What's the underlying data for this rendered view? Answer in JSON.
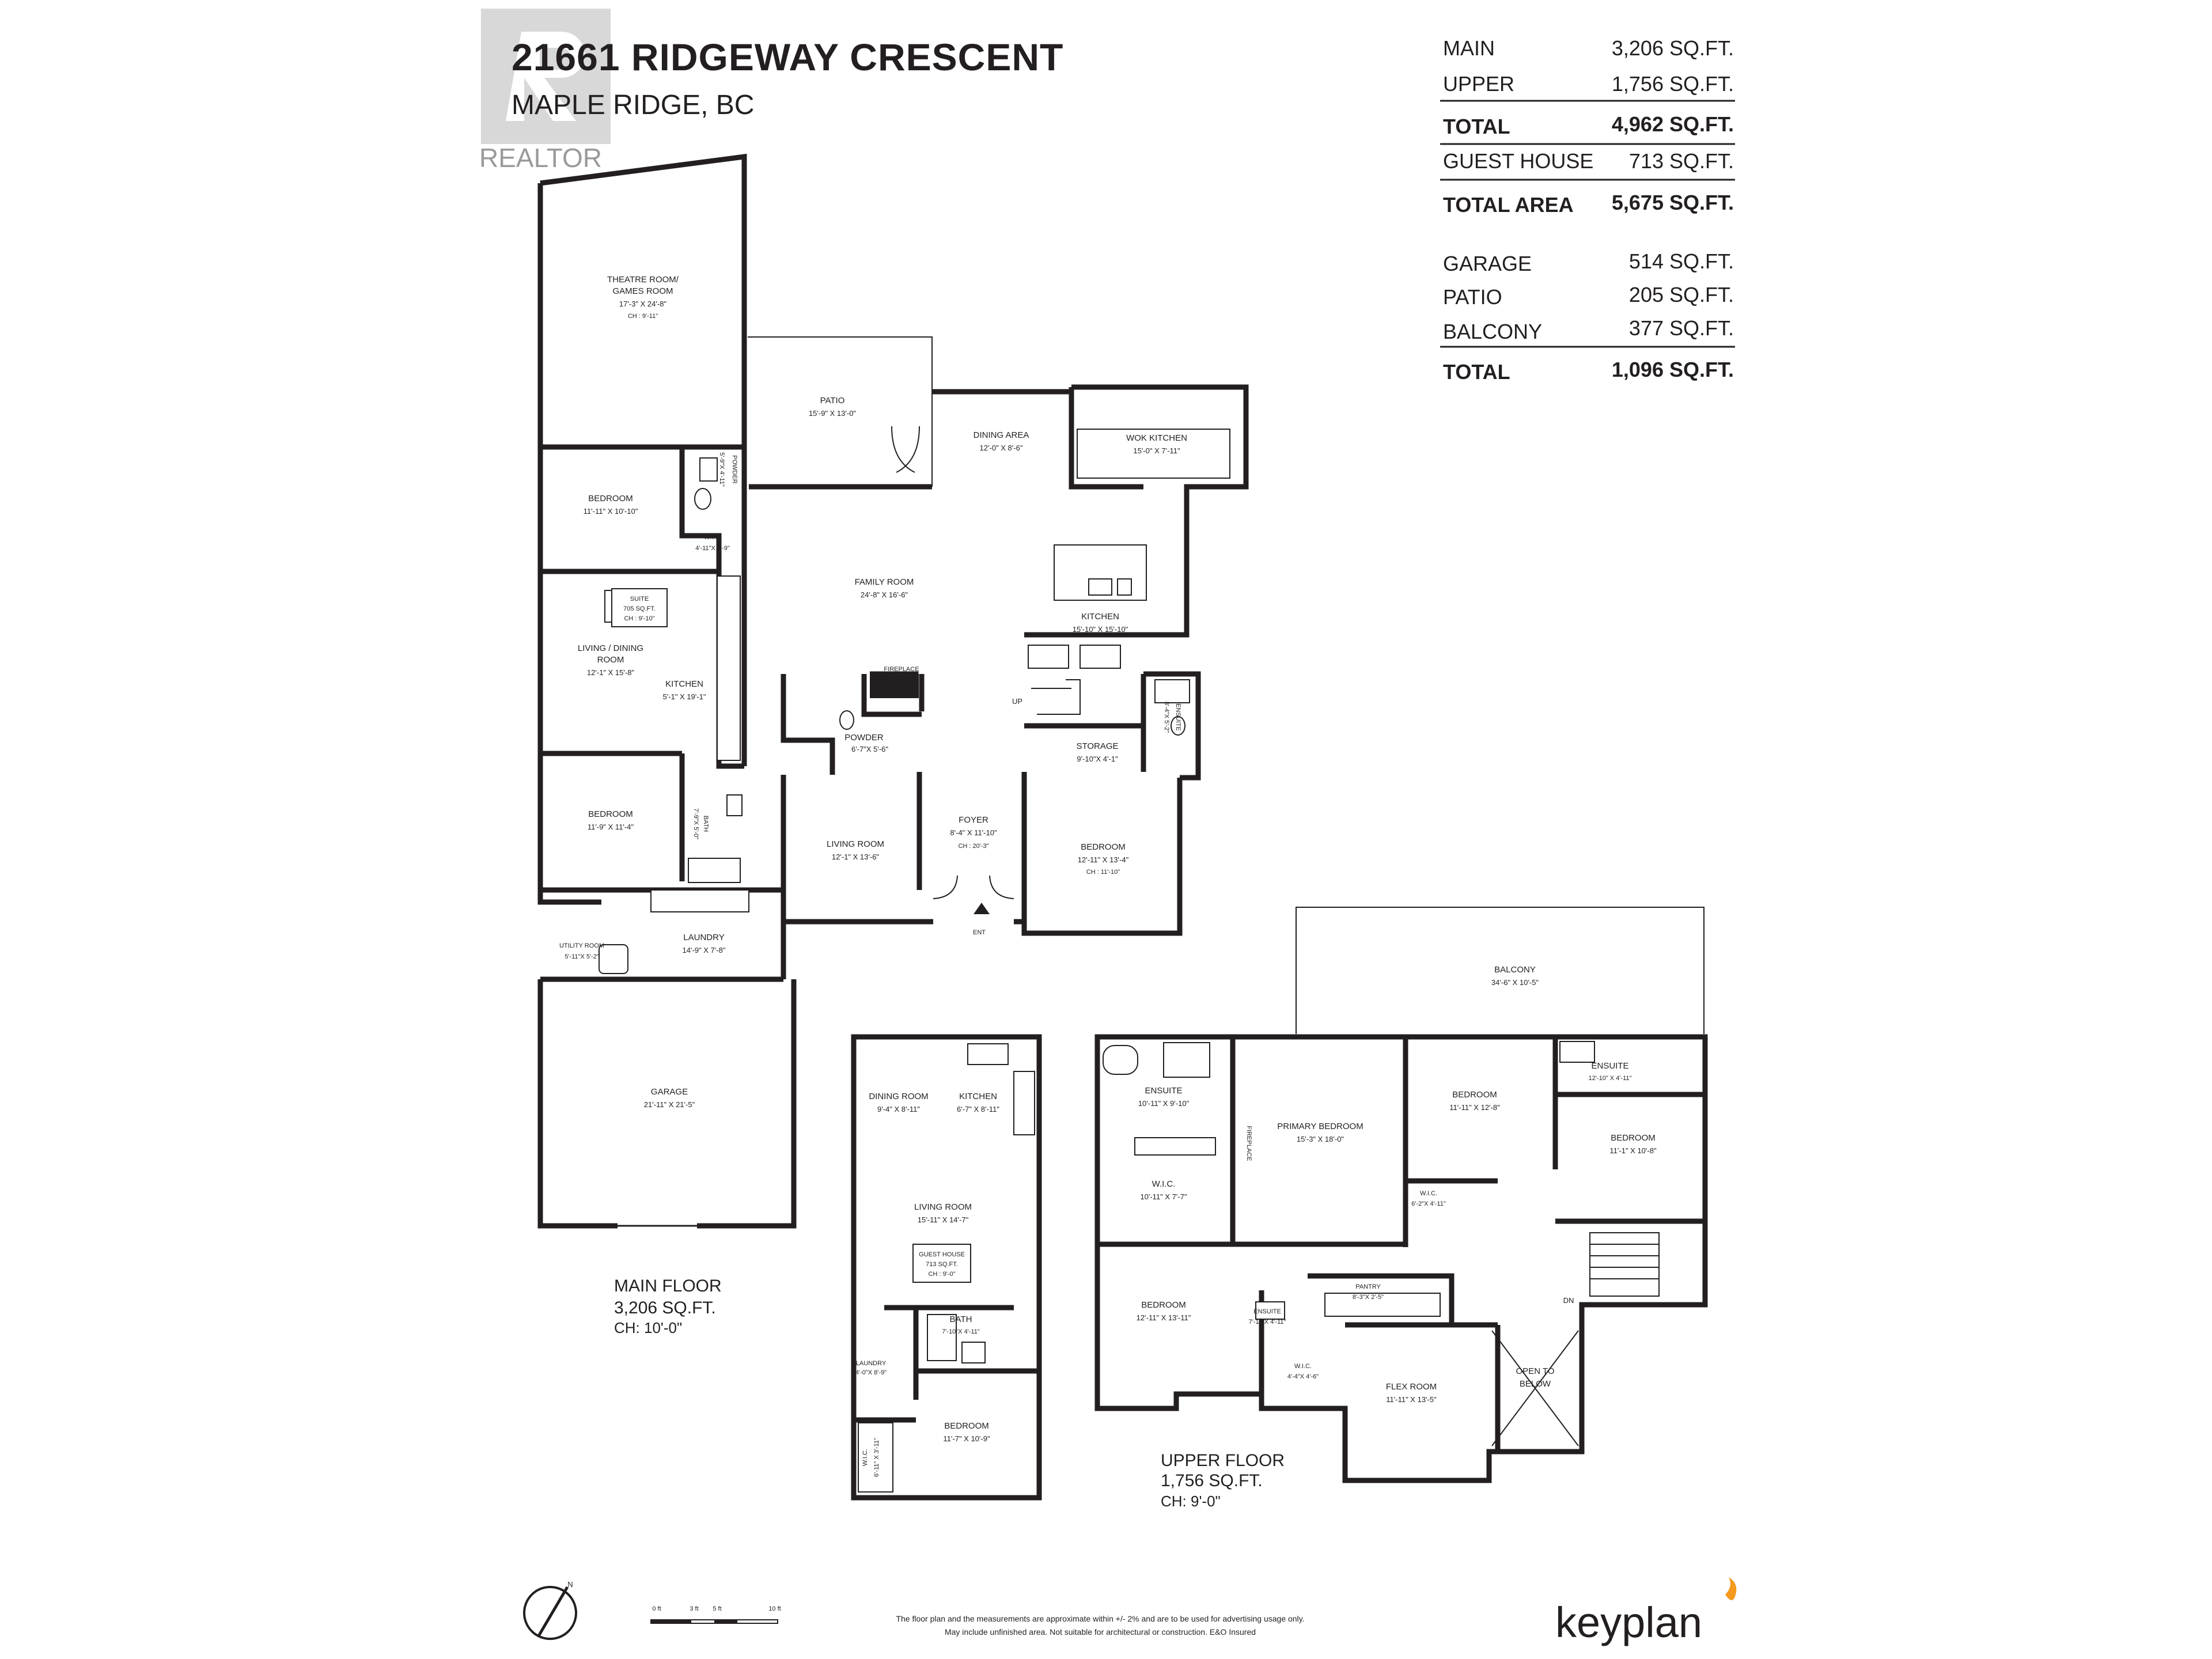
{
  "header": {
    "address": "21661 RIDGEWAY CRESCENT",
    "city": "MAPLE RIDGE, BC",
    "watermark": "REALTOR"
  },
  "areas": {
    "main_label": "MAIN",
    "main_value": "3,206 SQ.FT.",
    "upper_label": "UPPER",
    "upper_value": "1,756 SQ.FT.",
    "total_label": "TOTAL",
    "total_value": "4,962 SQ.FT.",
    "guest_label": "GUEST HOUSE",
    "guest_value": "713 SQ.FT.",
    "total_area_label": "TOTAL AREA",
    "total_area_value": "5,675 SQ.FT.",
    "garage_label": "GARAGE",
    "garage_value": "514 SQ.FT.",
    "patio_label": "PATIO",
    "patio_value": "205 SQ.FT.",
    "balcony_label": "BALCONY",
    "balcony_value": "377 SQ.FT.",
    "total2_label": "TOTAL",
    "total2_value": "1,096 SQ.FT."
  },
  "main_floor": {
    "title": "MAIN FLOOR",
    "area": "3,206 SQ.FT.",
    "ceiling": "CH: 10'-0\"",
    "theatre_name1": "THEATRE ROOM/",
    "theatre_name2": "GAMES ROOM",
    "theatre_dim": "17'-3\" X 24'-8\"",
    "theatre_ch": "CH : 9'-11\"",
    "patio_name": "PATIO",
    "patio_dim": "15'-9\" X 13'-0\"",
    "dining_name": "DINING AREA",
    "dining_dim": "12'-0\" X 8'-6\"",
    "wok_name": "WOK KITCHEN",
    "wok_dim": "15'-0\" X 7'-11\"",
    "powder_top_name": "POWDER",
    "powder_top_dim": "5'-9\"X 4'-11\"",
    "bedroom1_name": "BEDROOM",
    "bedroom1_dim": "11'-11\" X 10'-10\"",
    "wic1_name": "W.I.C.",
    "wic1_dim": "4'-11\"X 4'-9\"",
    "family_name": "FAMILY ROOM",
    "family_dim": "24'-8\" X 16'-6\"",
    "kitchen_name": "KITCHEN",
    "kitchen_dim": "15'-10\" X 15'-10\"",
    "suite_name": "SUITE",
    "suite_area": "705 SQ.FT.",
    "suite_ch": "CH : 9'-10\"",
    "living_dining_name1": "LIVING / DINING",
    "living_dining_name2": "ROOM",
    "living_dining_dim": "12'-1\" X 15'-8\"",
    "suite_kitchen_name": "KITCHEN",
    "suite_kitchen_dim": "5'-1\" X 19'-1\"",
    "fireplace": "FIREPLACE",
    "up": "UP",
    "powder_name": "POWDER",
    "powder_dim": "6'-7\"X 5'-6\"",
    "storage_name": "STORAGE",
    "storage_dim": "9'-10\"X 4'-1\"",
    "ensuite1_name": "ENSUITE",
    "ensuite1_dim": "8'-4\"X 5'-2\"",
    "bedroom2_name": "BEDROOM",
    "bedroom2_dim": "11'-9\" X 11'-4\"",
    "bath1_name": "BATH",
    "bath1_dim": "7'-9\"X 5'-0\"",
    "living_name": "LIVING ROOM",
    "living_dim": "12'-1\" X 13'-6\"",
    "foyer_name": "FOYER",
    "foyer_dim": "8'-4\" X 11'-10\"",
    "foyer_ch": "CH : 20'-3\"",
    "bedroom3_name": "BEDROOM",
    "bedroom3_dim": "12'-11\" X 13'-4\"",
    "bedroom3_ch": "CH : 11'-10\"",
    "ent": "ENT",
    "laundry_name": "LAUNDRY",
    "laundry_dim": "14'-9\" X 7'-8\"",
    "utility_name": "UTILITY ROOM",
    "utility_dim": "5'-11\"X 5'-2\"",
    "garage_name": "GARAGE",
    "garage_dim": "21'-11\" X 21'-5\""
  },
  "guest_house": {
    "dining_name": "DINING ROOM",
    "dining_dim": "9'-4\" X 8'-11\"",
    "kitchen_name": "KITCHEN",
    "kitchen_dim": "6'-7\" X 8'-11\"",
    "living_name": "LIVING ROOM",
    "living_dim": "15'-11\" X 14'-7\"",
    "tag_name": "GUEST HOUSE",
    "tag_area": "713 SQ.FT.",
    "tag_ch": "CH : 9'-0\"",
    "bath_name": "BATH",
    "bath_dim": "7'-10\"X 4'-11\"",
    "laundry_name": "LAUNDRY",
    "laundry_dim": "4'-0\"X 8'-9\"",
    "bedroom_name": "BEDROOM",
    "bedroom_dim": "11'-7\" X 10'-9\"",
    "wic_name": "W.I.C.",
    "wic_dim": "6'-11\" X 3'-11\""
  },
  "upper_floor": {
    "title": "UPPER FLOOR",
    "area": "1,756 SQ.FT.",
    "ceiling": "CH: 9'-0\"",
    "balcony_name": "BALCONY",
    "balcony_dim": "34'-6\" X 10'-5\"",
    "ensuite1_name": "ENSUITE",
    "ensuite1_dim": "10'-11\" X 9'-10\"",
    "primary_name": "PRIMARY BEDROOM",
    "primary_dim": "15'-3\" X 18'-0\"",
    "fireplace": "FIREPLACE",
    "bedroom1_name": "BEDROOM",
    "bedroom1_dim": "11'-11\" X 12'-8\"",
    "ensuite2_name": "ENSUITE",
    "ensuite2_dim": "12'-10\" X 4'-11\"",
    "bedroom2_name": "BEDROOM",
    "bedroom2_dim": "11'-1\" X 10'-8\"",
    "wic1_name": "W.I.C.",
    "wic1_dim": "10'-11\" X 7'-7\"",
    "wic2_name": "W.I.C.",
    "wic2_dim": "6'-2\"X 4'-11\"",
    "bedroom3_name": "BEDROOM",
    "bedroom3_dim": "12'-11\" X 13'-11\"",
    "ensuite3_name": "ENSUITE",
    "ensuite3_dim": "7'-11\"X 4'-11\"",
    "pantry_name": "PANTRY",
    "pantry_dim": "8'-3\"X 2'-5\"",
    "wic3_name": "W.I.C.",
    "wic3_dim": "4'-4\"X 4'-6\"",
    "flex_name": "FLEX ROOM",
    "flex_dim": "11'-11\" X 13'-5\"",
    "open_name1": "OPEN TO",
    "open_name2": "BELOW",
    "dn": "DN"
  },
  "footer": {
    "north": "N",
    "scale_0": "0 ft",
    "scale_3": "3 ft",
    "scale_5": "5 ft",
    "scale_10": "10 ft",
    "disclaimer1": "The floor plan and the measurements are approximate within +/- 2% and are to be used for advertising usage only.",
    "disclaimer2": "May include unfinished area. Not suitable for architectural or construction. E&O Insured",
    "brand": "keyplan",
    "brand_color": "#f39a1f"
  }
}
